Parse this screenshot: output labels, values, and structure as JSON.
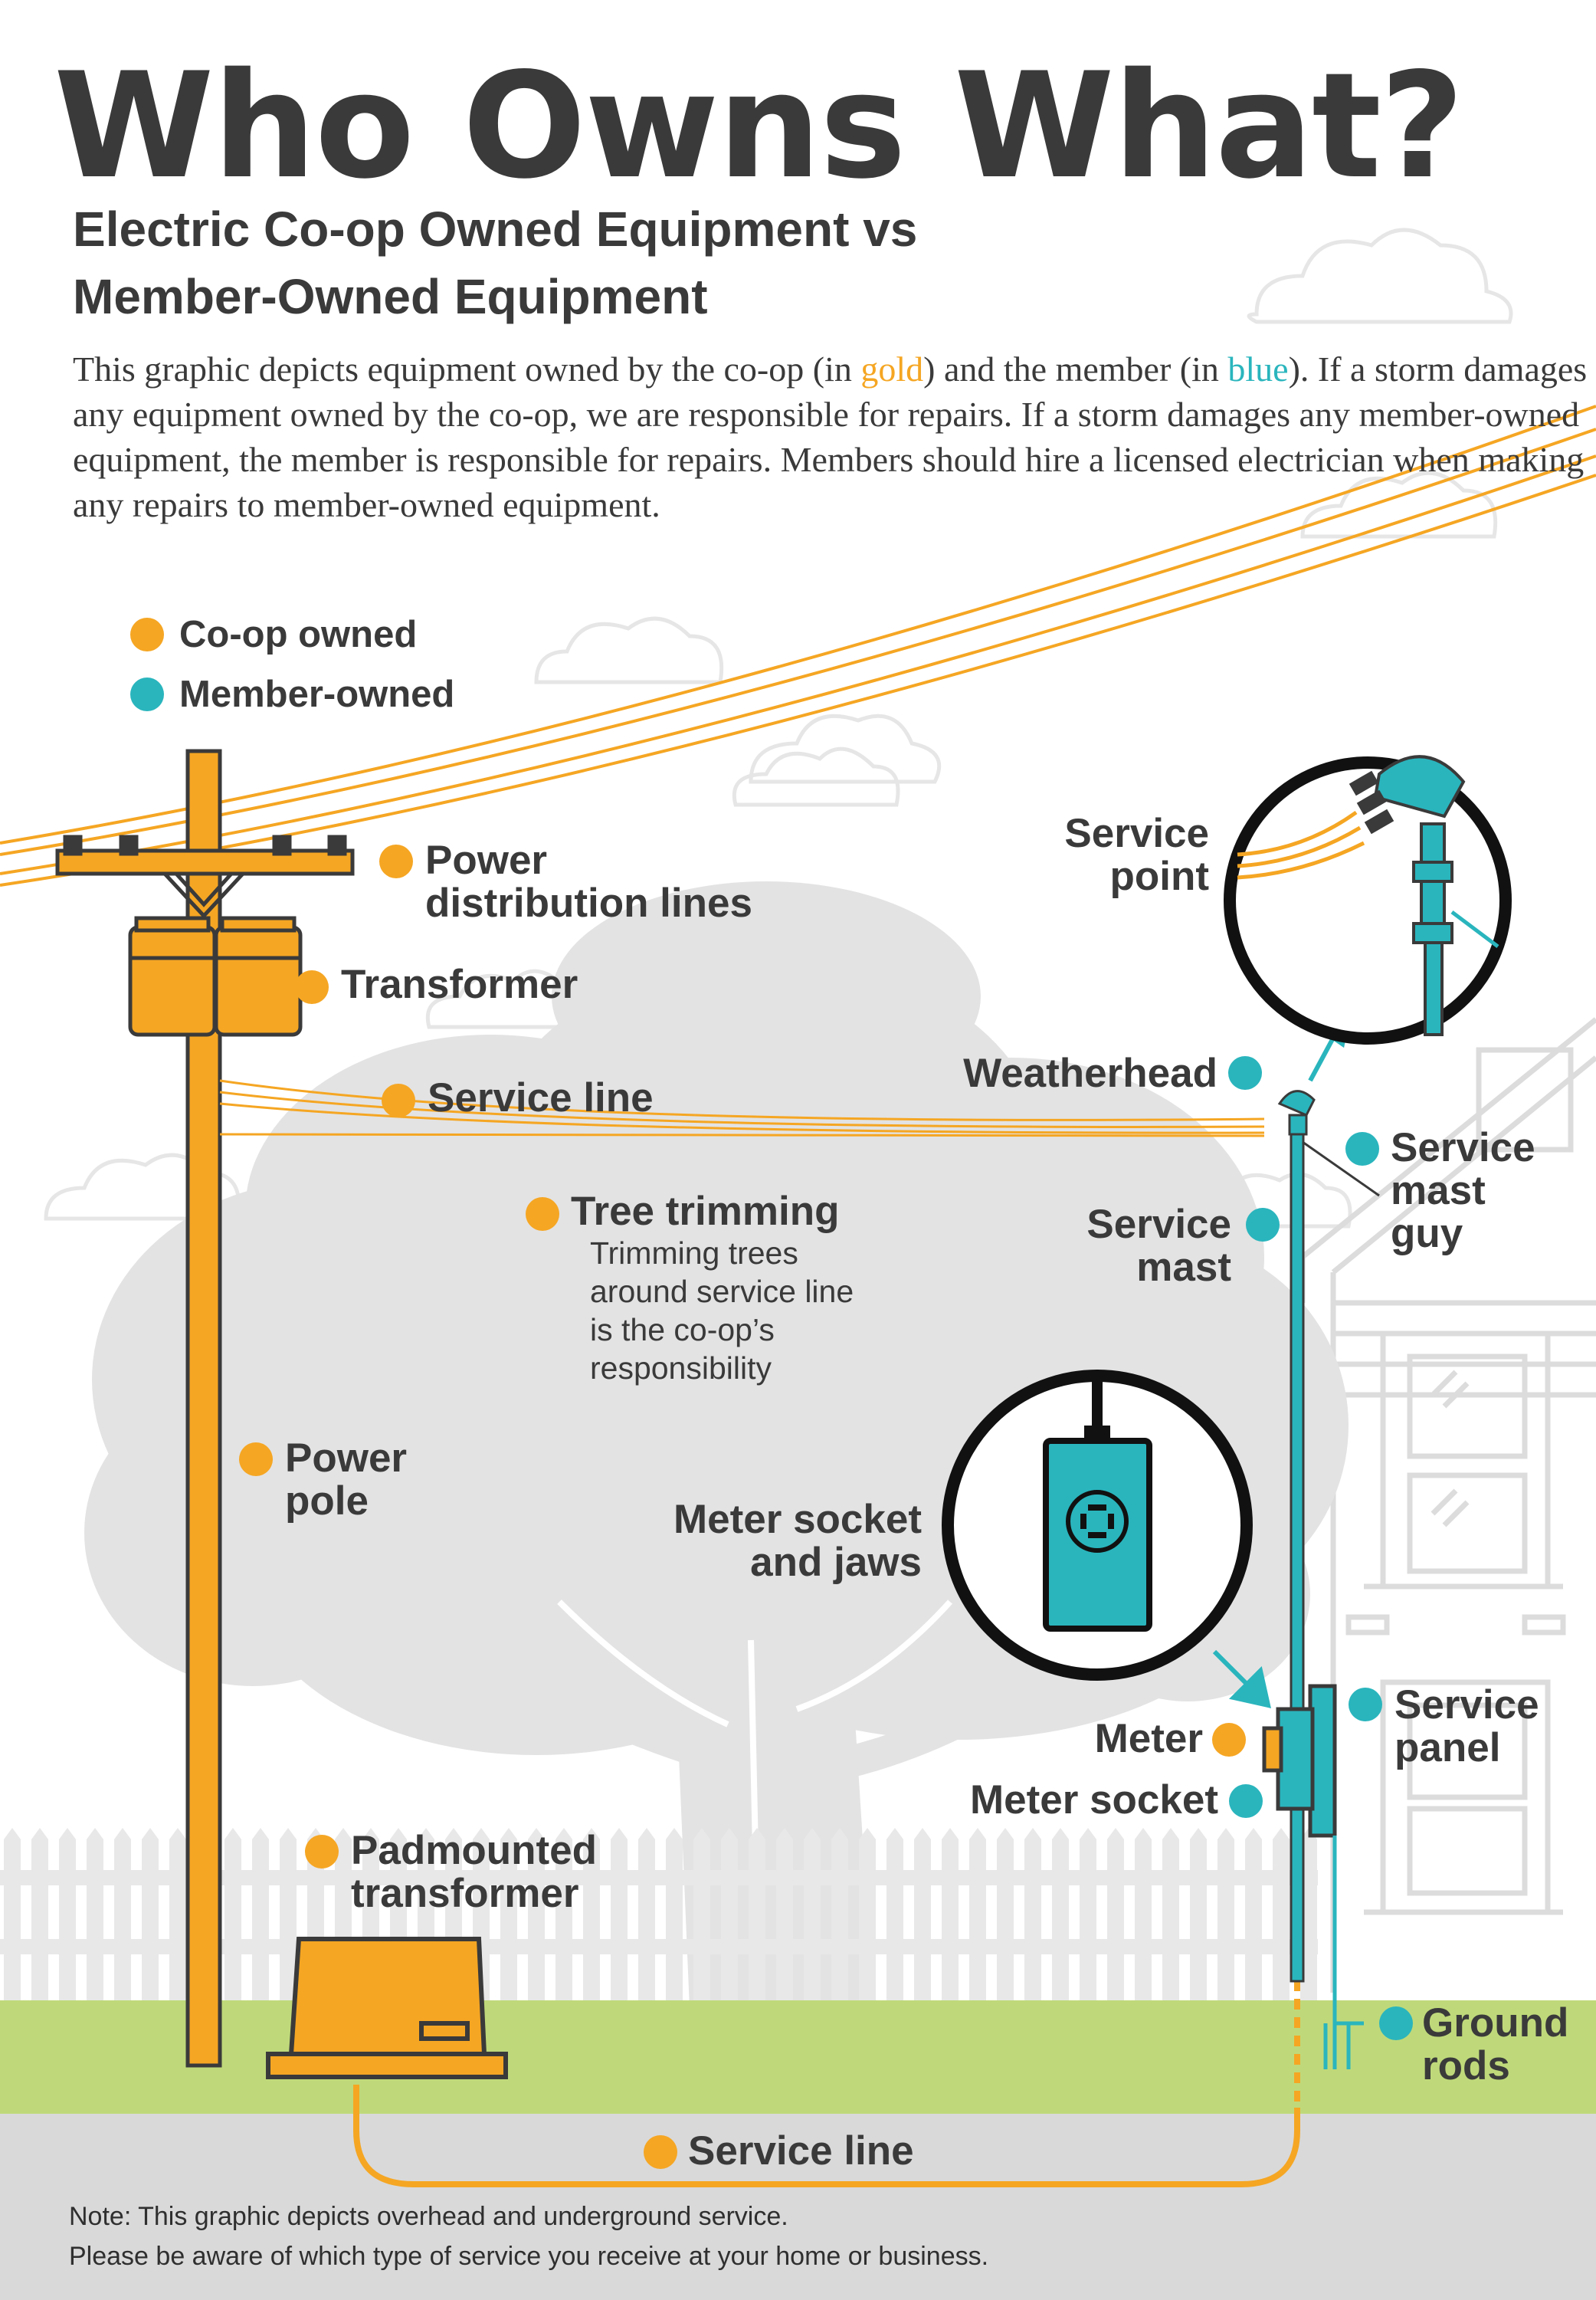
{
  "title": "Who Owns What?",
  "subtitle_line1": "Electric Co-op Owned Equipment vs",
  "subtitle_line2": "Member-Owned Equipment",
  "intro": {
    "part1": "This graphic depicts equipment owned by the co-op (in ",
    "gold_word": "gold",
    "part2": ") and the member (in ",
    "blue_word": "blue",
    "part3": "). If a storm damages any equipment owned by the co-op, we are responsible for repairs. If a storm damages any member-owned equipment, the member is responsible for repairs. Members should hire a licensed electrician when making any repairs to member-owned equipment."
  },
  "legend": {
    "coop": "Co-op owned",
    "member": "Member-owned"
  },
  "labels": {
    "power_distribution_lines": [
      "Power",
      "distribution lines"
    ],
    "transformer": "Transformer",
    "service_line_overhead": "Service line",
    "tree_trimming": "Tree trimming",
    "tree_trimming_note": [
      "Trimming trees",
      "around service line",
      "is the co-op’s",
      "responsibility"
    ],
    "power_pole": [
      "Power",
      "pole"
    ],
    "padmounted_transformer": [
      "Padmounted",
      "transformer"
    ],
    "service_line_underground": "Service line",
    "service_point": [
      "Service",
      "point"
    ],
    "weatherhead": "Weatherhead",
    "service_mast_guy": [
      "Service",
      "mast",
      "guy"
    ],
    "service_mast": [
      "Service",
      "mast"
    ],
    "meter_socket_and_jaws": [
      "Meter socket",
      "and jaws"
    ],
    "meter": "Meter",
    "meter_socket": "Meter socket",
    "service_panel": [
      "Service",
      "panel"
    ],
    "ground_rods": [
      "Ground",
      "rods"
    ]
  },
  "note": [
    "Note: This graphic depicts overhead and underground service.",
    "Please be aware of which type of service you receive at your home or business."
  ],
  "colors": {
    "coop_gold": "#f5a623",
    "member_teal": "#2ab5bd",
    "text_dark": "#3a3a3a",
    "grass": "#bfd97a",
    "ground": "#d9d9d9",
    "tree_gray": "#e3e3e3"
  }
}
